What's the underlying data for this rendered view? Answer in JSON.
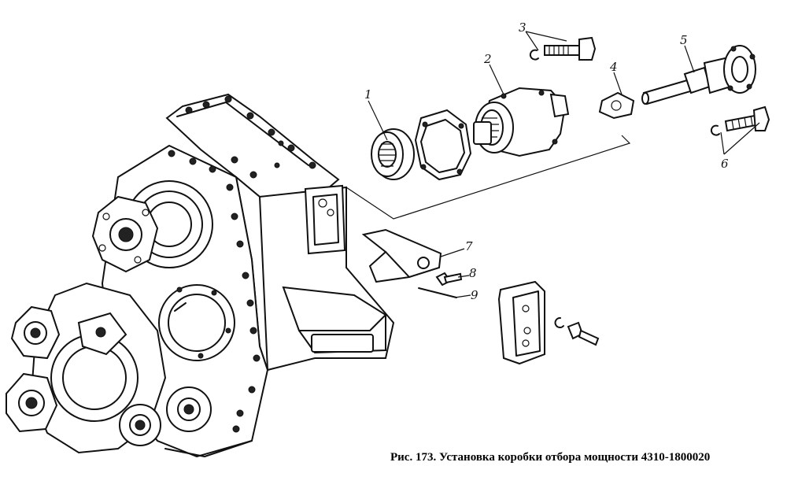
{
  "caption": "Рис. 173. Установка коробки отбора мощности 4310-1800020",
  "callouts": {
    "c1": "1",
    "c2": "2",
    "c3": "3",
    "c4": "4",
    "c5": "5",
    "c6": "6",
    "c7": "7",
    "c8": "8",
    "c9": "9"
  }
}
